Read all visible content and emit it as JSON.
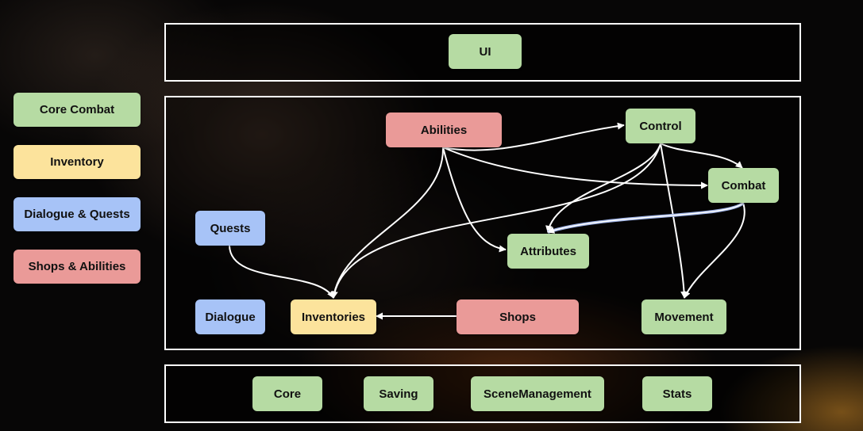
{
  "legend": {
    "core_combat": "Core Combat",
    "inventory": "Inventory",
    "dialogue_quests": "Dialogue & Quests",
    "shops_abilities": "Shops & Abilities"
  },
  "top_layer": {
    "ui": "UI"
  },
  "middle_layer": {
    "abilities": "Abilities",
    "control": "Control",
    "combat": "Combat",
    "quests": "Quests",
    "attributes": "Attributes",
    "dialogue": "Dialogue",
    "inventories": "Inventories",
    "shops": "Shops",
    "movement": "Movement"
  },
  "bottom_layer": {
    "core": "Core",
    "saving": "Saving",
    "scene_management": "SceneManagement",
    "stats": "Stats"
  },
  "colors": {
    "core_combat": "#b6dba3",
    "inventory": "#fce39c",
    "dialogue_quests": "#a7c3f7",
    "shops_abilities": "#ea9a98",
    "frame": "#ffffff",
    "arrow": "#ffffff",
    "highlight_arrow": "#9fb3e6"
  }
}
